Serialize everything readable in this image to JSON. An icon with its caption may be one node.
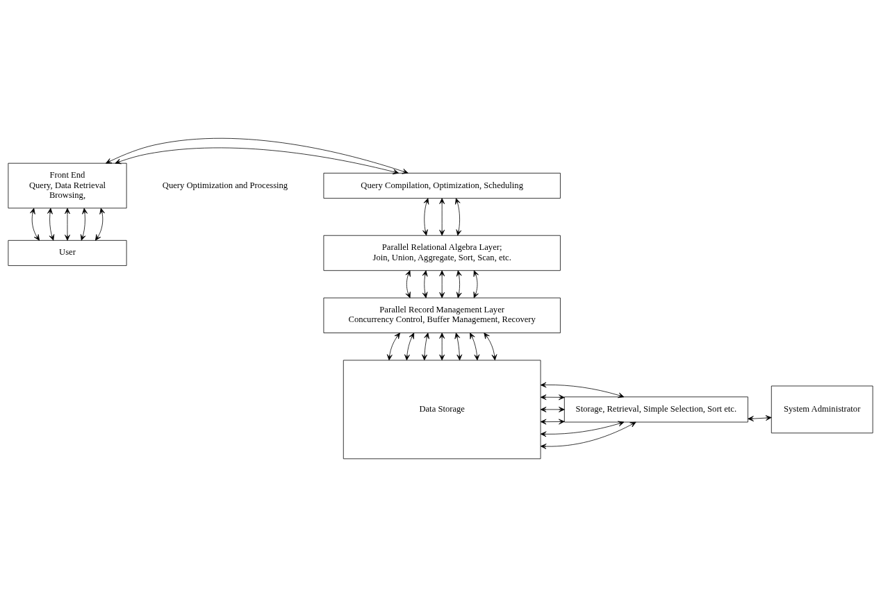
{
  "diagram": {
    "nodes": [
      {
        "text": [
          "Query Compilation, Optimization, Scheduling"
        ]
      },
      {
        "text": [
          "Parallel Relational Algebra Layer;",
          "Join, Union, Aggregate, Sort, Scan, etc."
        ]
      },
      {
        "text": [
          "Parallel Record Management Layer",
          "Concurrency Control, Buffer Management, Recovery"
        ]
      },
      {
        "text": [
          "Storage, Retrieval, Simple Selection, Sort etc."
        ]
      },
      {
        "text": [
          "Data Storage"
        ]
      },
      {
        "text": [
          "Front End",
          "Query, Data Retrieval",
          "Browsing,"
        ]
      },
      {
        "text": [
          "User"
        ]
      },
      {
        "text": [
          "System Administrator"
        ]
      }
    ],
    "edges": [
      {
        "from": 0,
        "to": 5,
        "arrow": "both"
      },
      {
        "from": 0,
        "to": 5,
        "arrow": "both"
      },
      {
        "from": 0,
        "to": 1,
        "arrow": "both"
      },
      {
        "from": 0,
        "to": 1,
        "arrow": "both"
      },
      {
        "from": 0,
        "to": 1,
        "arrow": "both"
      },
      {
        "from": 1,
        "to": 2,
        "arrow": "both"
      },
      {
        "from": 1,
        "to": 2,
        "arrow": "both"
      },
      {
        "from": 1,
        "to": 2,
        "arrow": "both"
      },
      {
        "from": 1,
        "to": 2,
        "arrow": "both"
      },
      {
        "from": 1,
        "to": 2,
        "arrow": "both"
      },
      {
        "from": 2,
        "to": 4,
        "arrow": "both"
      },
      {
        "from": 2,
        "to": 4,
        "arrow": "both"
      },
      {
        "from": 2,
        "to": 4,
        "arrow": "both"
      },
      {
        "from": 2,
        "to": 4,
        "arrow": "both"
      },
      {
        "from": 2,
        "to": 4,
        "arrow": "both"
      },
      {
        "from": 2,
        "to": 4,
        "arrow": "both"
      },
      {
        "from": 2,
        "to": 4,
        "arrow": "both"
      },
      {
        "from": 4,
        "to": 3,
        "arrow": "both"
      },
      {
        "from": 4,
        "to": 3,
        "arrow": "both"
      },
      {
        "from": 4,
        "to": 3,
        "arrow": "both"
      },
      {
        "from": 4,
        "to": 3,
        "arrow": "both"
      },
      {
        "from": 4,
        "to": 3,
        "arrow": "both"
      },
      {
        "from": 4,
        "to": 3,
        "arrow": "both"
      },
      {
        "from": 3,
        "to": 7,
        "arrow": "both"
      },
      {
        "from": 5,
        "to": 6,
        "arrow": "both"
      },
      {
        "from": 5,
        "to": 6,
        "arrow": "both"
      },
      {
        "from": 5,
        "to": 6,
        "arrow": "both"
      },
      {
        "from": 5,
        "to": 6,
        "arrow": "both"
      },
      {
        "from": 5,
        "to": 6,
        "arrow": "both"
      }
    ],
    "labels": [
      "Query Optimization and Processing"
    ]
  }
}
